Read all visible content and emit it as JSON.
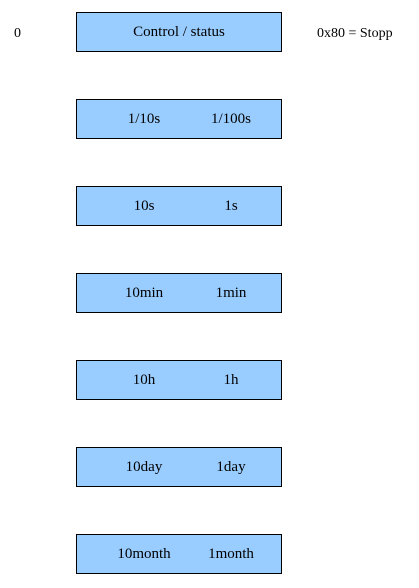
{
  "offset_label": "0",
  "note": "0x80 = Stopp",
  "registers": [
    {
      "label": "Control / status"
    },
    {
      "high": "1/10s",
      "low": "1/100s"
    },
    {
      "high": "10s",
      "low": "1s"
    },
    {
      "high": "10min",
      "low": "1min"
    },
    {
      "high": "10h",
      "low": "1h"
    },
    {
      "high": "10day",
      "low": "1day"
    },
    {
      "high": "10month",
      "low": "1month"
    }
  ]
}
